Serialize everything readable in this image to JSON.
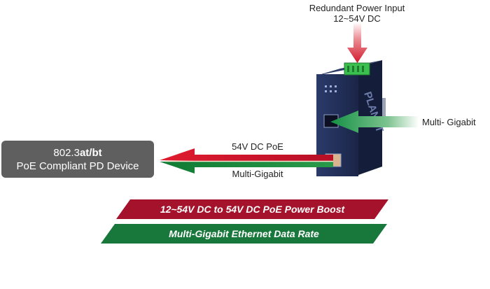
{
  "redundant_input": {
    "title": "Redundant Power Input",
    "range": "12~54V DC"
  },
  "poe_output": {
    "power_label": "54V DC PoE",
    "data_label": "Multi-Gigabit"
  },
  "uplink": {
    "label": "Multi- Gigabit"
  },
  "pd_device": {
    "line1_prefix": "802.3",
    "line1_bold": "at/bt",
    "line2": "PoE Compliant PD Device"
  },
  "banners": {
    "power_boost": "12~54V DC to 54V DC PoE Power Boost",
    "data_rate": "Multi-Gigabit Ethernet Data Rate"
  },
  "device": {
    "brand_text": "PLANET"
  },
  "colors": {
    "power_red": "#c8102e",
    "data_green": "#1a8a3c",
    "banner_red": "#a4122b",
    "banner_green": "#18773a",
    "device_navy": "#1f2c54",
    "terminal_green": "#3bbf4f",
    "pd_box_gray": "#5f5f5f"
  }
}
